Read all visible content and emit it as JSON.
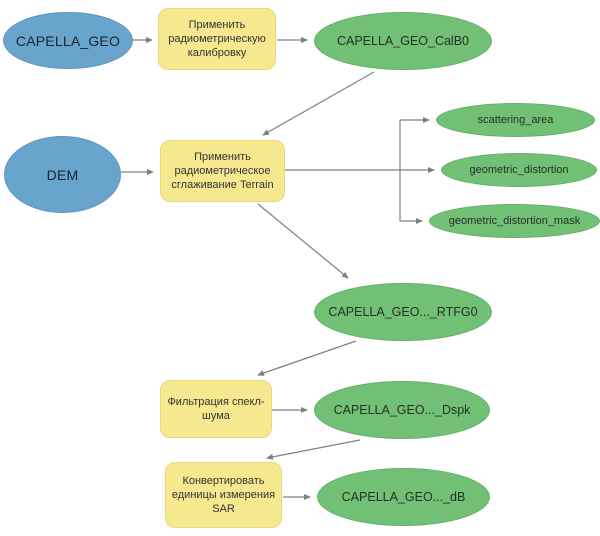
{
  "diagram": {
    "colors": {
      "canvas_bg": "#ffffff",
      "input_fill": "#68a4cc",
      "input_border": "#5e96be",
      "tool_fill": "#f6e88e",
      "tool_border": "#e9d97c",
      "output_fill": "#72c075",
      "output_border": "#63b066",
      "arrow_color": "#808080"
    },
    "nodes": {
      "capella_geo": {
        "label": "CAPELLA_GEO"
      },
      "tool_calibration": {
        "label": "Применить радиометрическую калибровку"
      },
      "capella_geo_calb0": {
        "label": "CAPELLA_GEO_CalB0"
      },
      "dem": {
        "label": "DEM"
      },
      "tool_terrain": {
        "label": "Применить радиометрическое сглаживание Terrain"
      },
      "scattering_area": {
        "label": "scattering_area"
      },
      "geometric_distortion": {
        "label": "geometric_distortion"
      },
      "geometric_distortion_mask": {
        "label": "geometric_distortion_mask"
      },
      "capella_geo_rtfg0": {
        "label": "CAPELLA_GEO..._RTFG0"
      },
      "tool_speckle": {
        "label": "Фильтрация спекл-шума"
      },
      "capella_geo_dspk": {
        "label": "CAPELLA_GEO..._Dspk"
      },
      "tool_convert": {
        "label": "Конвертировать единицы измерения SAR"
      },
      "capella_geo_db": {
        "label": "CAPELLA_GEO..._dB"
      }
    }
  }
}
